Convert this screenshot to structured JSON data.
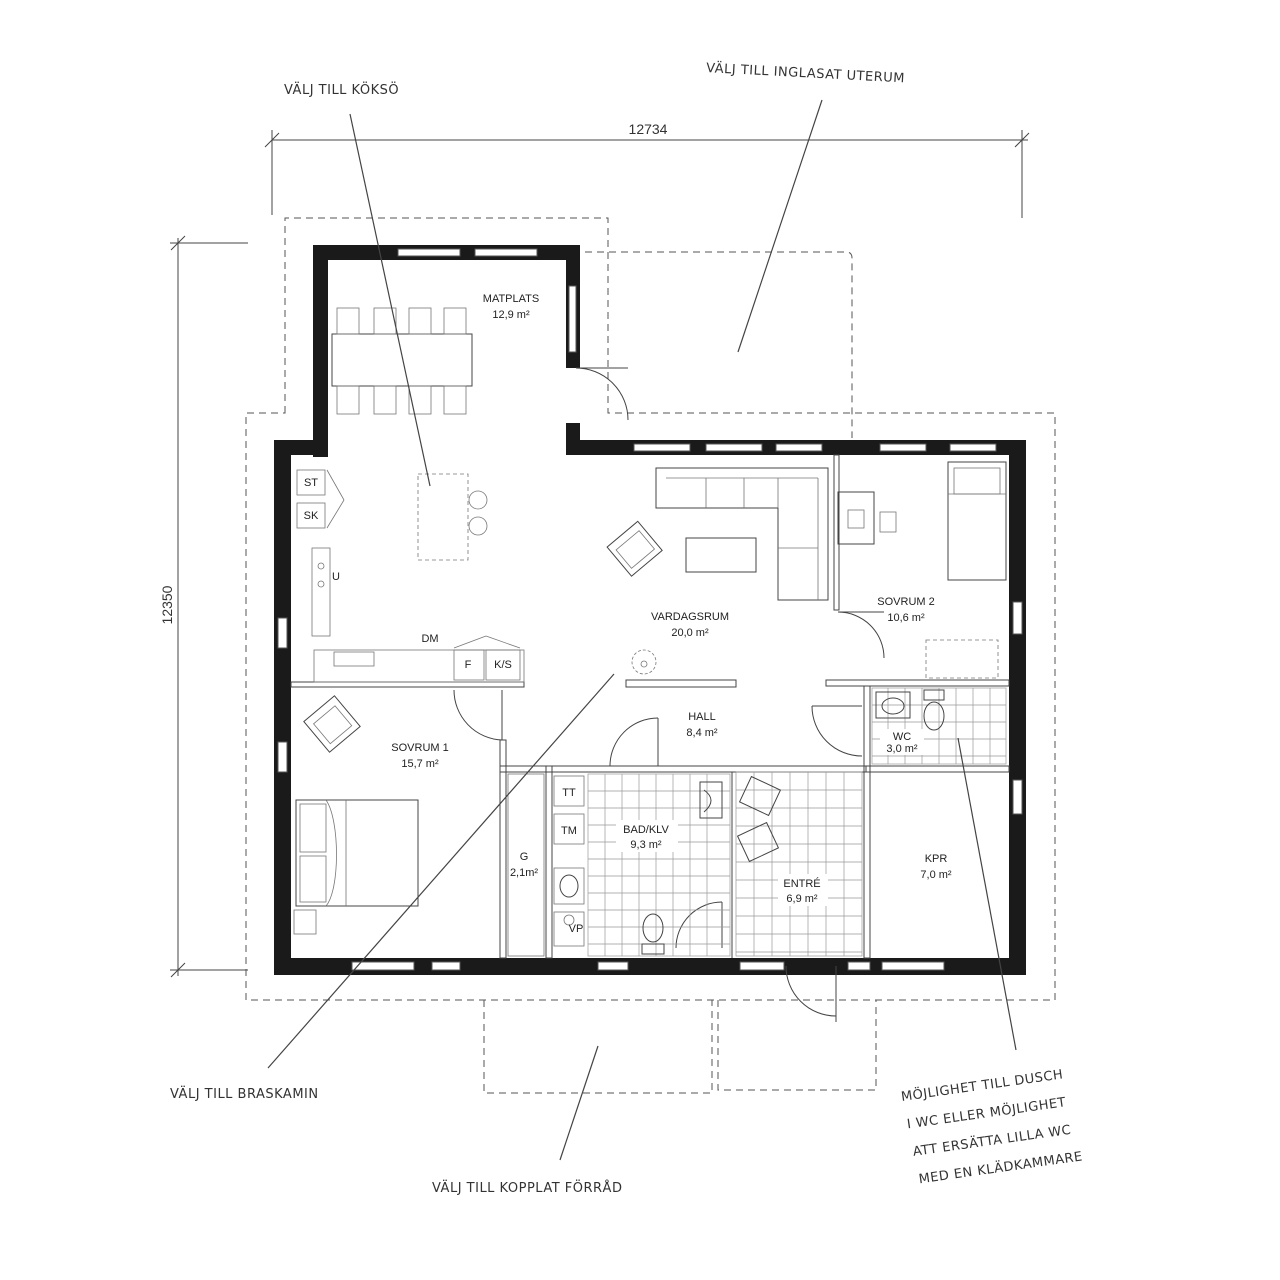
{
  "dimensions": {
    "width": "12734",
    "depth": "12350"
  },
  "rooms": {
    "matplats": {
      "name": "MATPLATS",
      "area": "12,9 m²"
    },
    "vardagsrum": {
      "name": "VARDAGSRUM",
      "area": "20,0 m²"
    },
    "sovrum2": {
      "name": "SOVRUM 2",
      "area": "10,6 m²"
    },
    "sovrum1": {
      "name": "SOVRUM 1",
      "area": "15,7 m²"
    },
    "hall": {
      "name": "HALL",
      "area": "8,4 m²"
    },
    "wc": {
      "name": "WC",
      "area": "3,0 m²"
    },
    "badklv": {
      "name": "BAD/KLV",
      "area": "9,3 m²"
    },
    "entre": {
      "name": "ENTRÉ",
      "area": "6,9 m²"
    },
    "kpr": {
      "name": "KPR",
      "area": "7,0 m²"
    },
    "g": {
      "name": "G",
      "area": "2,1m²"
    }
  },
  "fixtures": {
    "st": "ST",
    "sk": "SK",
    "u": "U",
    "dm": "DM",
    "f": "F",
    "ks": "K/S",
    "tt": "TT",
    "tm": "TM",
    "vp": "VP"
  },
  "notes": {
    "koksö": "VÄLJ TILL KÖKSÖ",
    "uterum": "VÄLJ TILL INGLASAT UTERUM",
    "braskamin": "VÄLJ TILL BRASKAMIN",
    "forrad": "VÄLJ TILL KOPPLAT FÖRRÅD",
    "dusch": [
      "MÖJLIGHET TILL DUSCH",
      "I WC ELLER MÖJLIGHET",
      "ATT ERSÄTTA LILLA WC",
      "MED EN KLÄDKAMMARE"
    ]
  }
}
